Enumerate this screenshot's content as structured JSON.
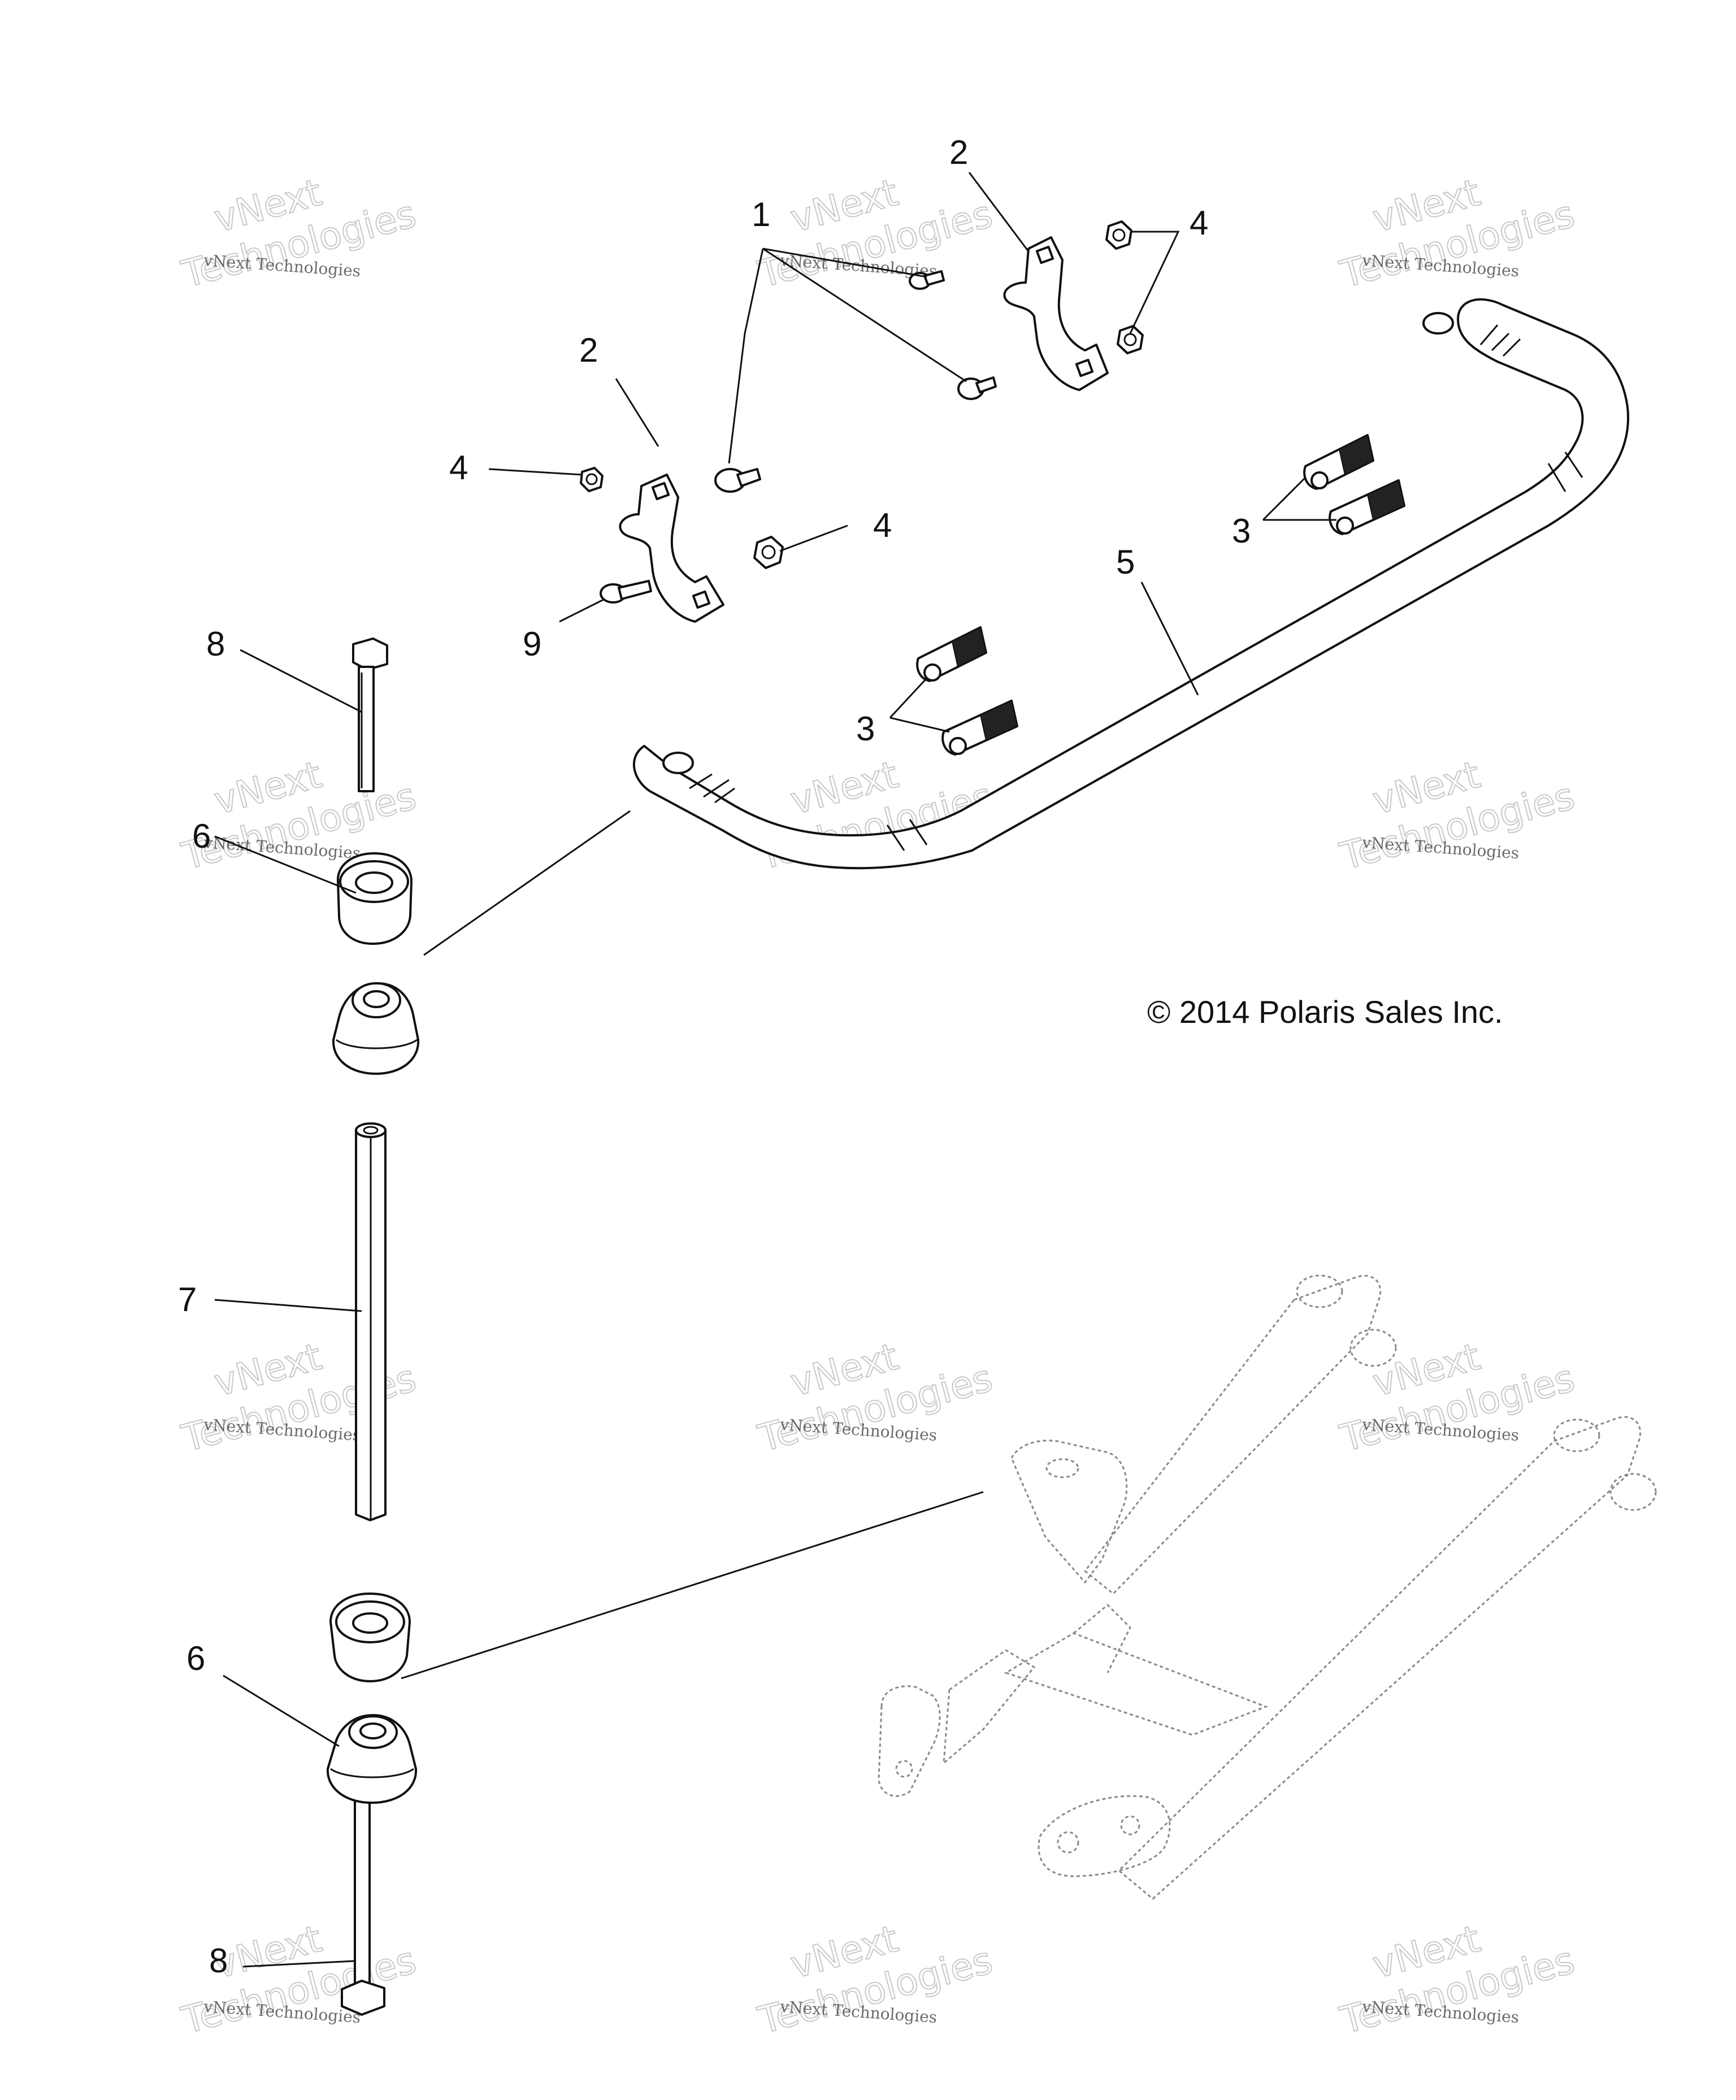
{
  "callouts": {
    "c1": "1",
    "c2a": "2",
    "c2b": "2",
    "c3a": "3",
    "c3b": "3",
    "c4a": "4",
    "c4b": "4",
    "c4c": "4",
    "c5": "5",
    "c6a": "6",
    "c6b": "6",
    "c7": "7",
    "c8a": "8",
    "c8b": "8",
    "c9": "9"
  },
  "copyright": "© 2014 Polaris Sales Inc.",
  "watermark": {
    "small": "vNext Technologies",
    "big_top": "vNext",
    "big_bottom": "Technologies"
  }
}
